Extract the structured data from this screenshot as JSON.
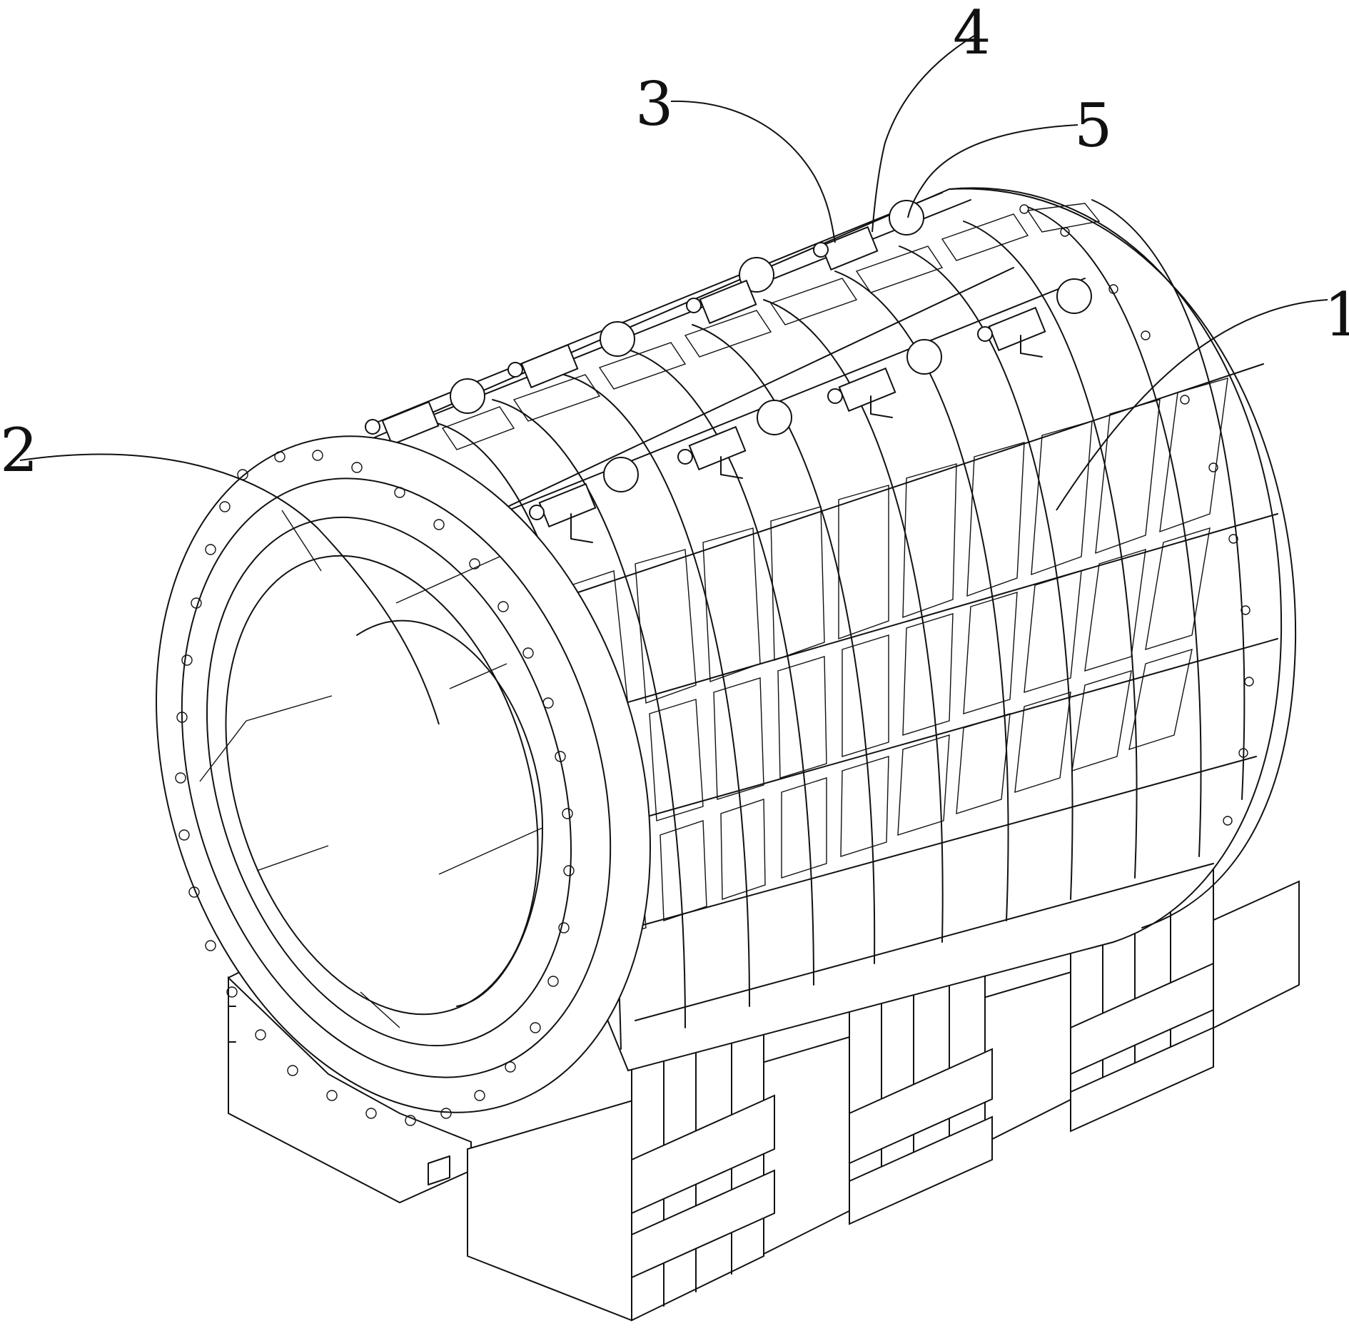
{
  "colors": {
    "line": "#111111",
    "paper": "#ffffff"
  },
  "callouts": {
    "c1": {
      "label": "1"
    },
    "c2": {
      "label": "2"
    },
    "c3": {
      "label": "3"
    },
    "c4": {
      "label": "4"
    },
    "c5": {
      "label": "5"
    }
  }
}
